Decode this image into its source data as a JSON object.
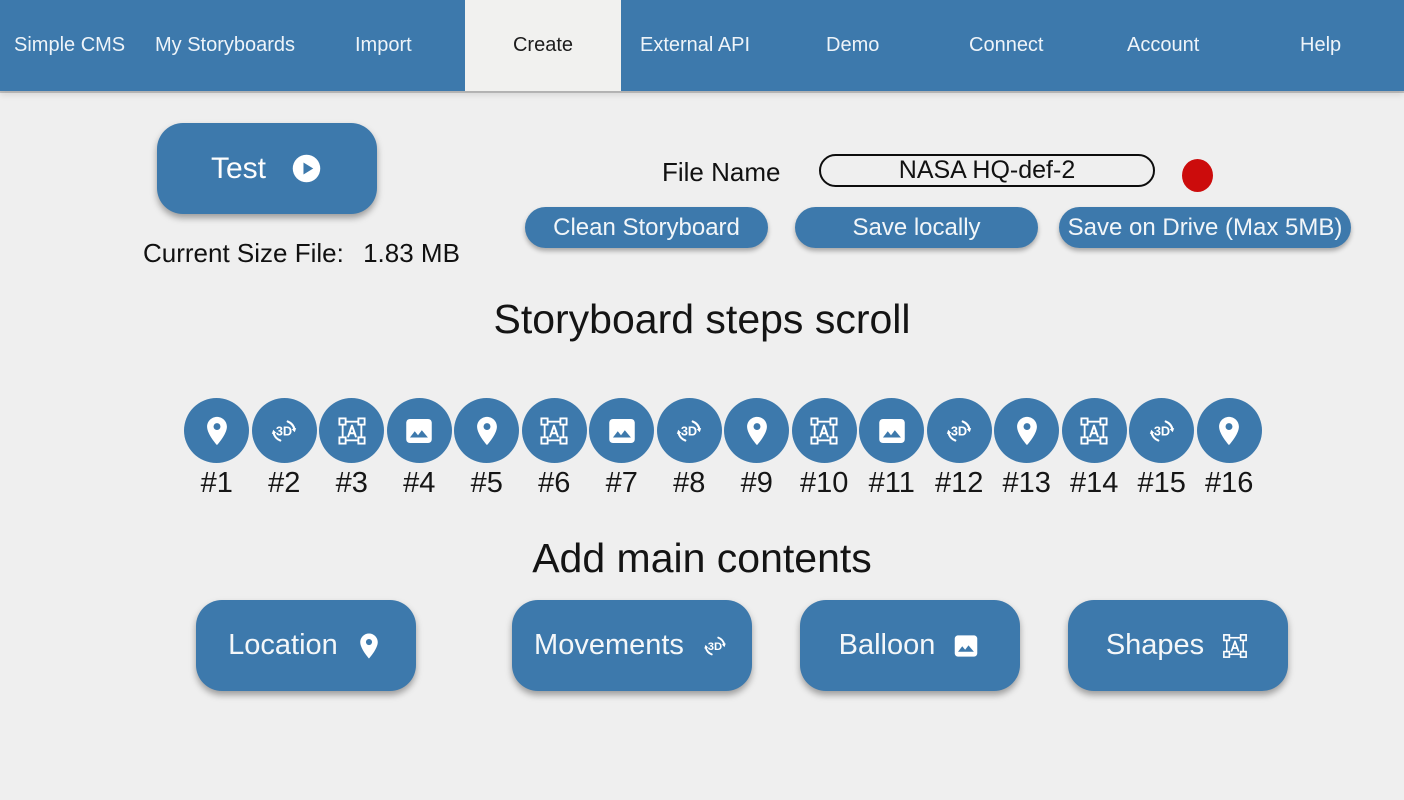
{
  "colors": {
    "accent": "#3d79ac",
    "page_background": "#efefef",
    "active_tab_background": "#f1f1ef",
    "record_red": "#cc0c0c"
  },
  "nav": {
    "items": [
      {
        "label": "Simple CMS",
        "active": false
      },
      {
        "label": "My Storyboards",
        "active": false
      },
      {
        "label": "Import",
        "active": false
      },
      {
        "label": "Create",
        "active": true
      },
      {
        "label": "External API",
        "active": false
      },
      {
        "label": "Demo",
        "active": false
      },
      {
        "label": "Connect",
        "active": false
      },
      {
        "label": "Account",
        "active": false
      },
      {
        "label": "Help",
        "active": false
      }
    ]
  },
  "toolbar": {
    "test_button": {
      "label": "Test",
      "icon": "play"
    },
    "current_size": {
      "label": "Current Size File:",
      "value": "1.83 MB"
    },
    "file_name": {
      "label": "File Name",
      "value": "NASA HQ-def-2"
    },
    "actions": [
      {
        "label": "Clean Storyboard"
      },
      {
        "label": "Save locally"
      },
      {
        "label": "Save on Drive (Max 5MB)"
      }
    ]
  },
  "steps_section": {
    "title": "Storyboard steps scroll",
    "steps": [
      {
        "label": "#1",
        "icon": "location"
      },
      {
        "label": "#2",
        "icon": "3d-rotation"
      },
      {
        "label": "#3",
        "icon": "shapes"
      },
      {
        "label": "#4",
        "icon": "image"
      },
      {
        "label": "#5",
        "icon": "location"
      },
      {
        "label": "#6",
        "icon": "shapes"
      },
      {
        "label": "#7",
        "icon": "image"
      },
      {
        "label": "#8",
        "icon": "3d-rotation"
      },
      {
        "label": "#9",
        "icon": "location"
      },
      {
        "label": "#10",
        "icon": "shapes"
      },
      {
        "label": "#11",
        "icon": "image"
      },
      {
        "label": "#12",
        "icon": "3d-rotation"
      },
      {
        "label": "#13",
        "icon": "location"
      },
      {
        "label": "#14",
        "icon": "shapes"
      },
      {
        "label": "#15",
        "icon": "3d-rotation"
      },
      {
        "label": "#16",
        "icon": "location",
        "clipped": true
      }
    ]
  },
  "contents_section": {
    "title": "Add main contents",
    "buttons": [
      {
        "label": "Location",
        "icon": "location"
      },
      {
        "label": "Movements",
        "icon": "3d-rotation"
      },
      {
        "label": "Balloon",
        "icon": "image"
      },
      {
        "label": "Shapes",
        "icon": "shapes"
      }
    ]
  }
}
